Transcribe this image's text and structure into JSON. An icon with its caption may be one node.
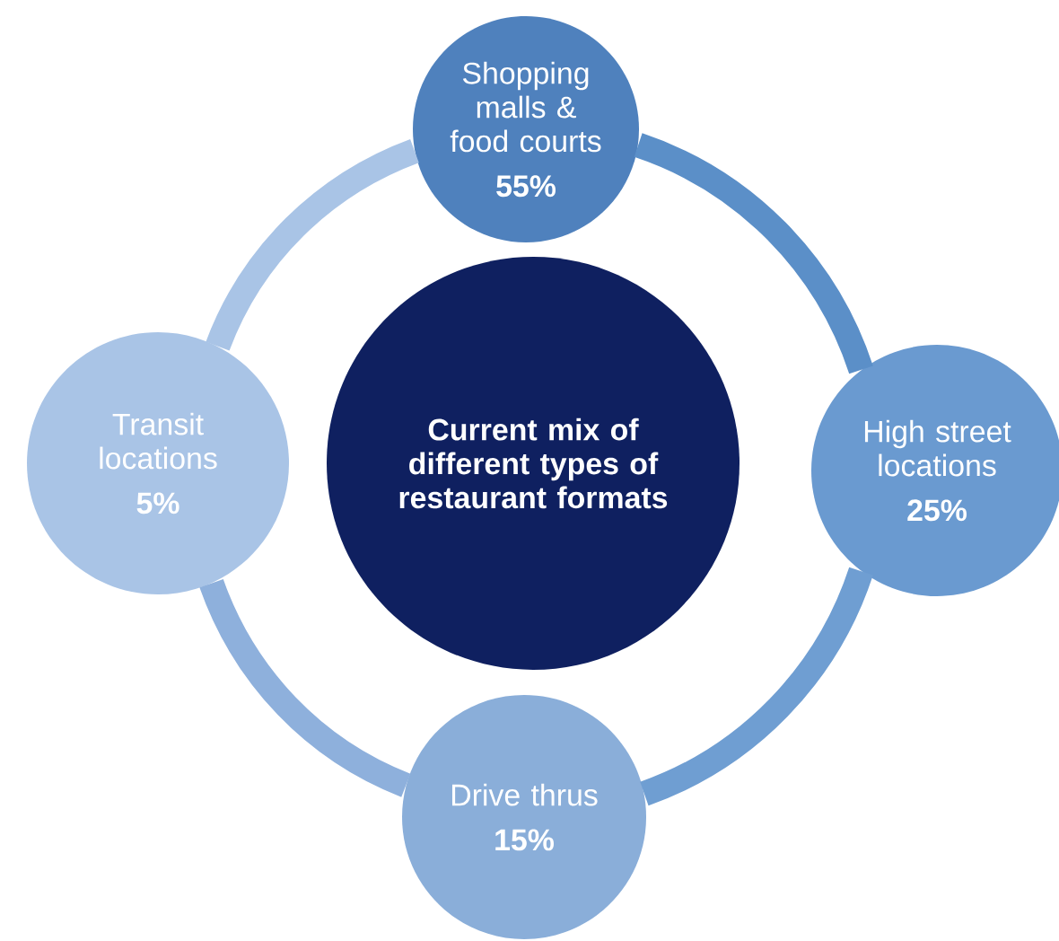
{
  "diagram": {
    "nodes": [
      {
        "text": [
          "Shopping malls & food courts",
          "55%"
        ]
      },
      {
        "text": [
          "Transit locations",
          "5%"
        ]
      },
      {
        "text": [
          "Current mix of different types of restaurant formats"
        ]
      },
      {
        "text": [
          "High street locations",
          "25%"
        ]
      },
      {
        "text": [
          "Drive thrus",
          "15%"
        ]
      }
    ],
    "edges": [
      {
        "from": 0,
        "to": 3,
        "arrow": "none",
        "color": "#5b8fc8"
      },
      {
        "from": 3,
        "to": 4,
        "arrow": "none",
        "color": "#6f9ed2"
      },
      {
        "from": 4,
        "to": 1,
        "arrow": "none",
        "color": "#8eb0dc"
      },
      {
        "from": 1,
        "to": 0,
        "arrow": "none",
        "color": "#a9c4e6"
      }
    ]
  }
}
